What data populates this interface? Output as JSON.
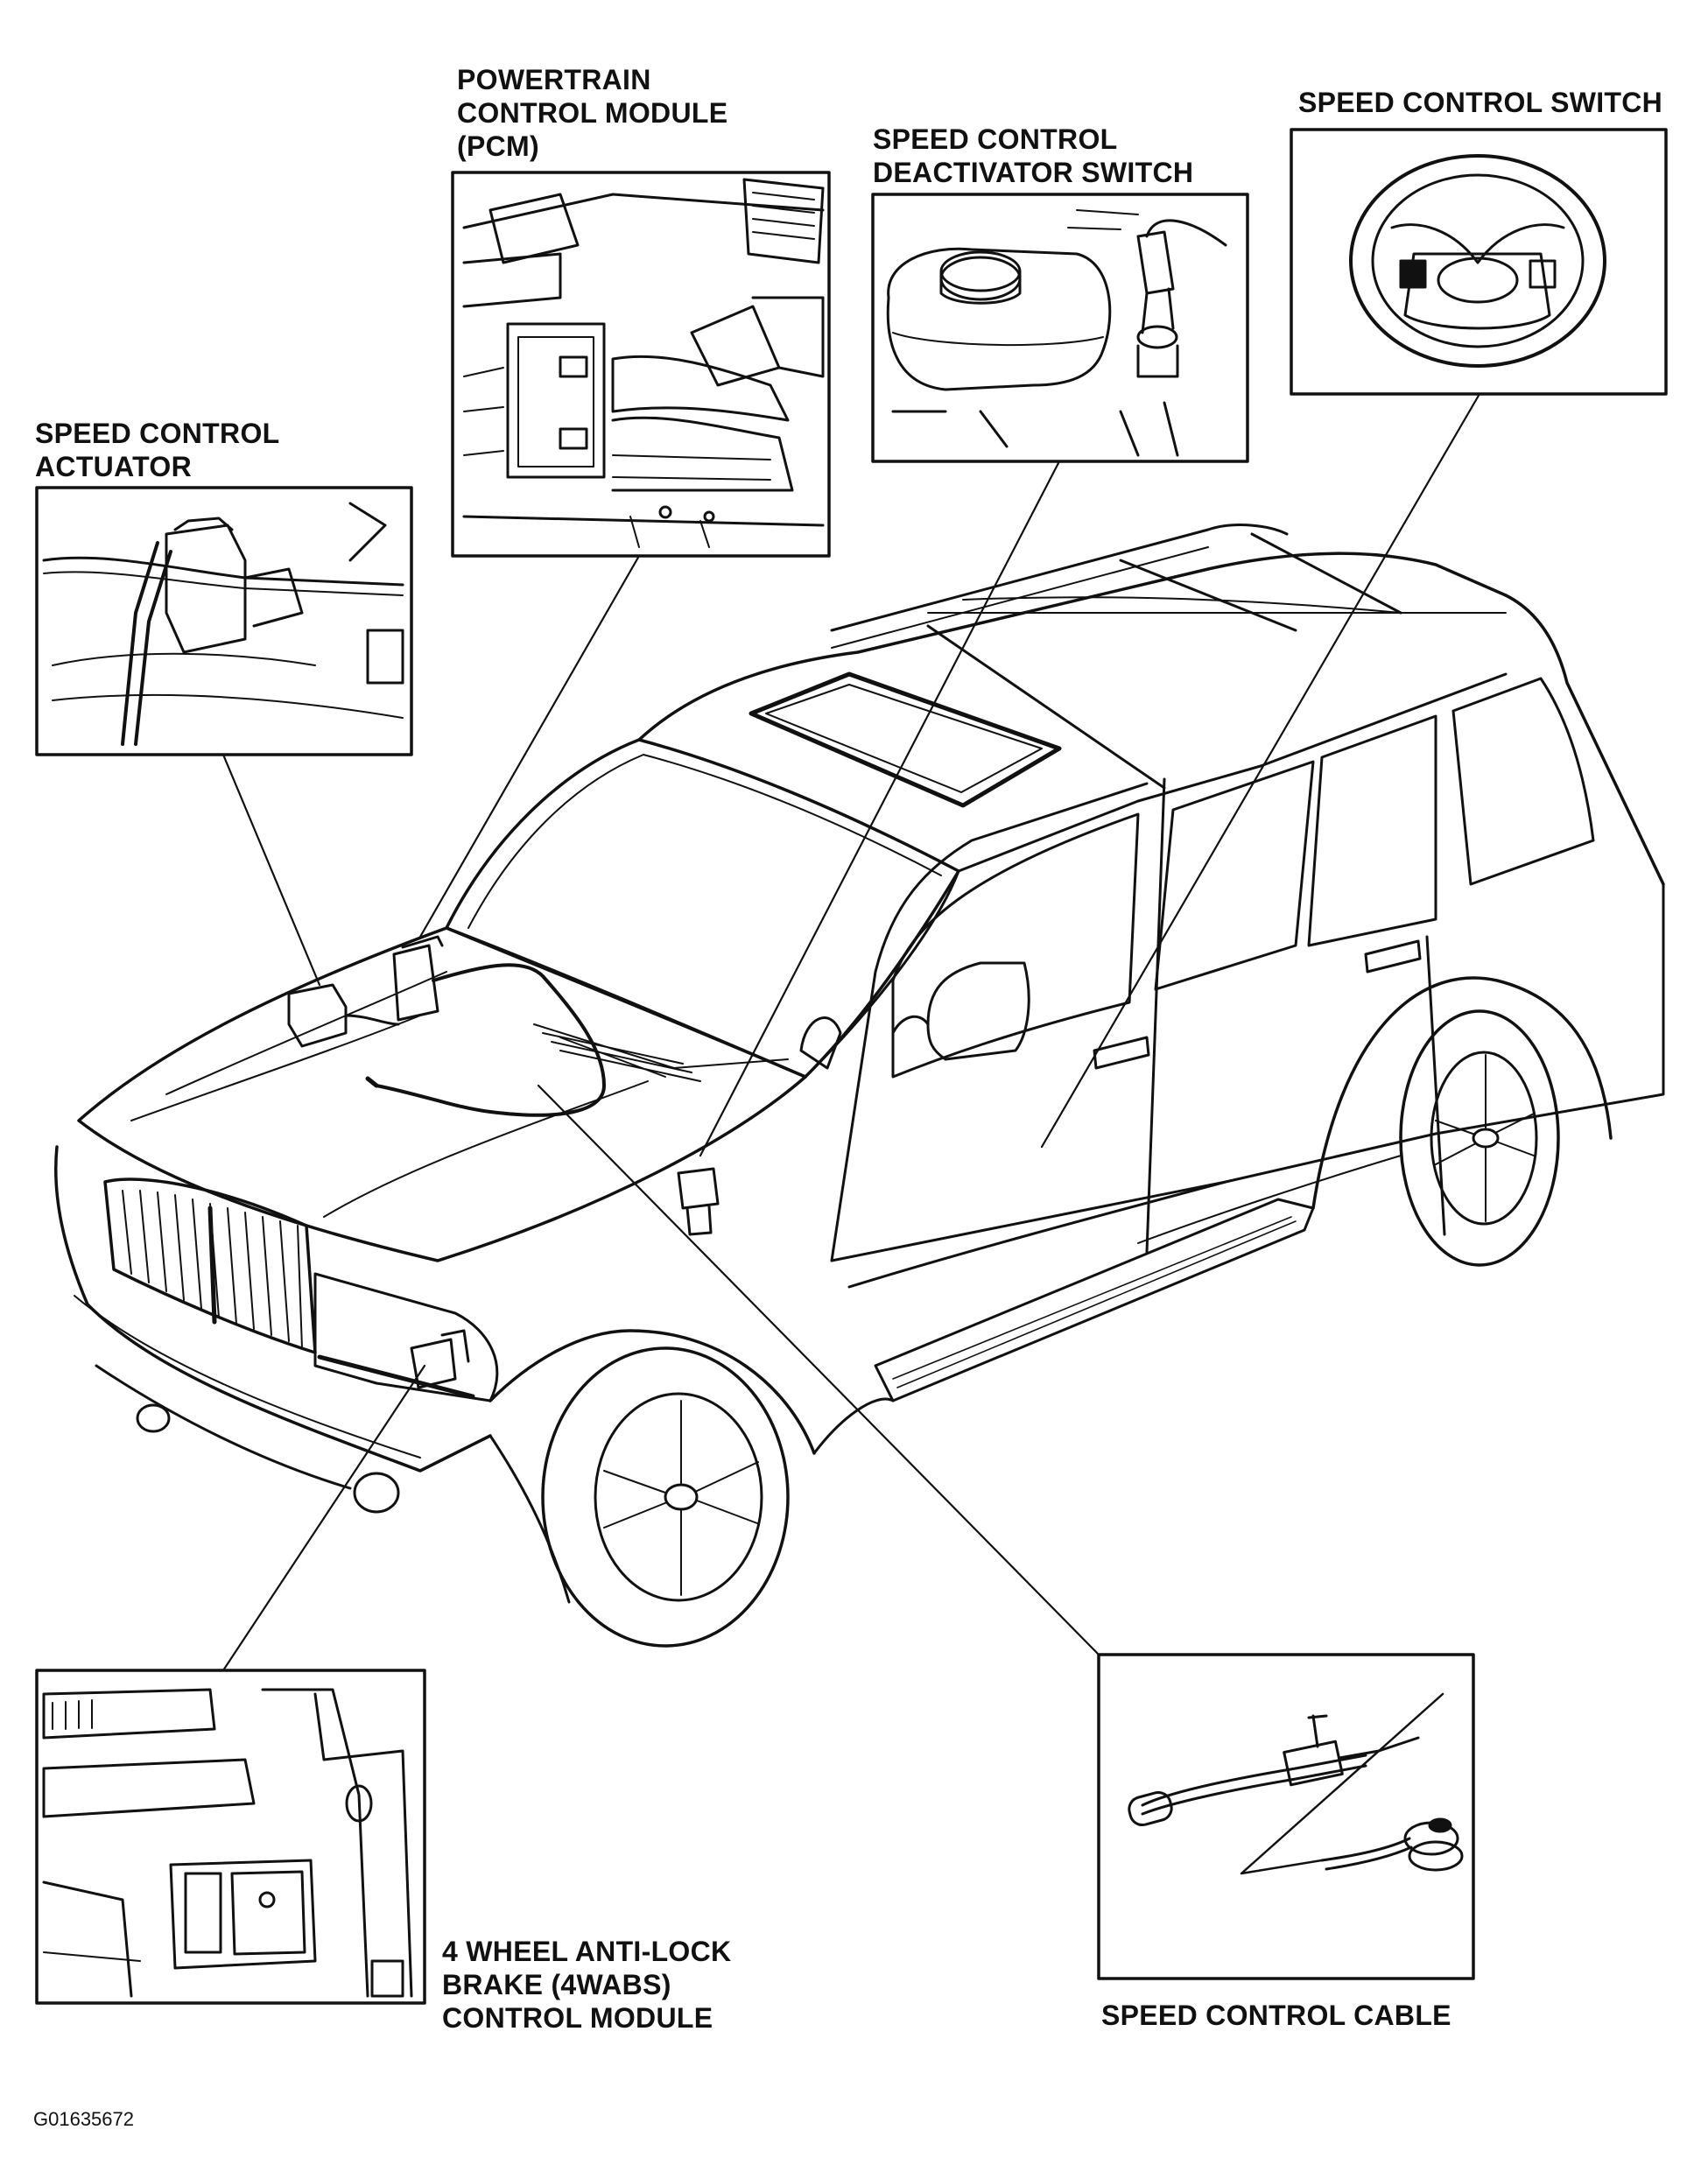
{
  "callouts": {
    "pcm": [
      "POWERTRAIN",
      "CONTROL MODULE",
      "(PCM)"
    ],
    "deactivator": [
      "SPEED CONTROL",
      "DEACTIVATOR SWITCH"
    ],
    "switch": [
      "SPEED CONTROL SWITCH"
    ],
    "actuator": [
      "SPEED CONTROL",
      "ACTUATOR"
    ],
    "abs": [
      "4 WHEEL ANTI-LOCK",
      "BRAKE (4WABS)",
      "CONTROL MODULE"
    ],
    "cable": [
      "SPEED CONTROL CABLE"
    ]
  },
  "figure_id": "G01635672"
}
